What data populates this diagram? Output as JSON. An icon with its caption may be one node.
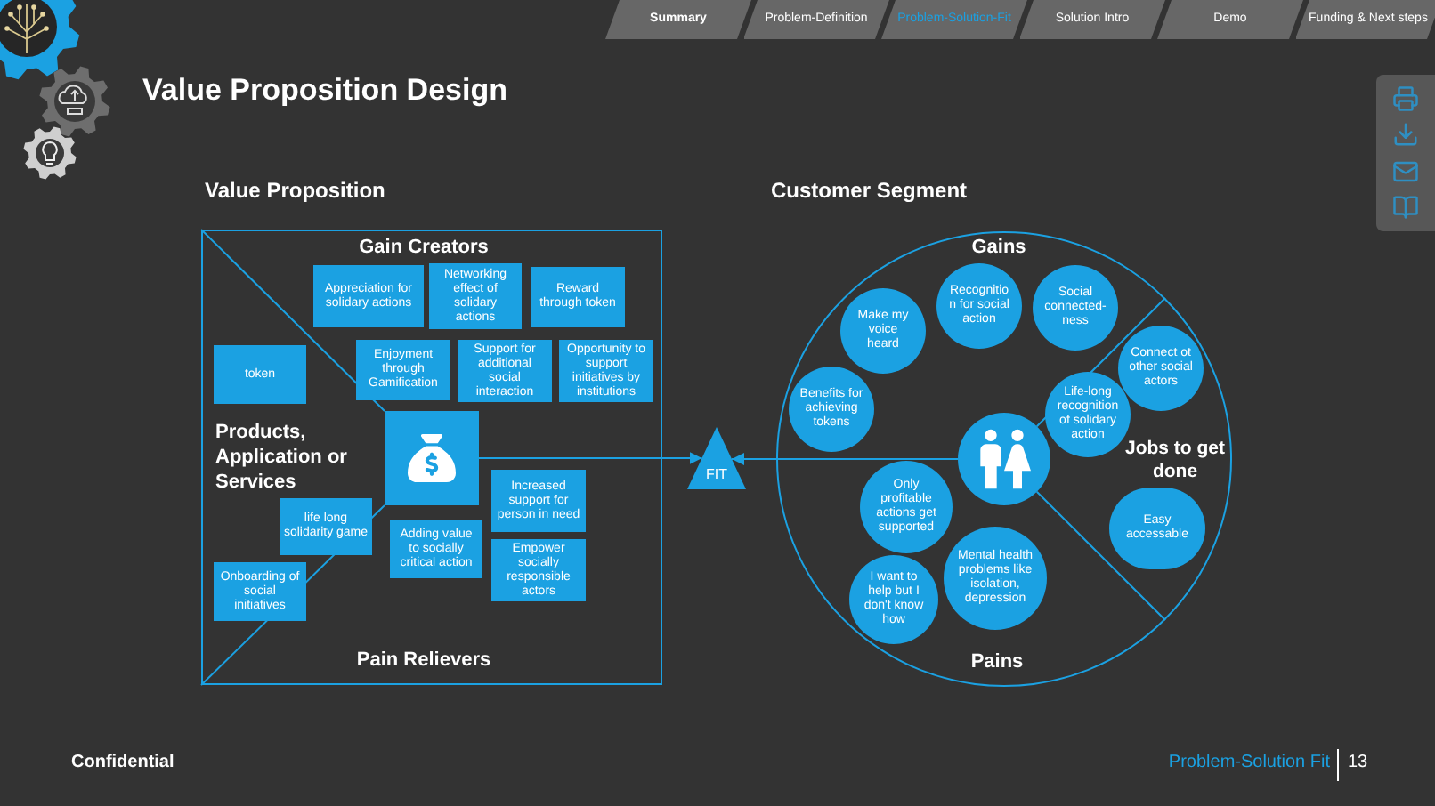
{
  "diagram": {
    "title": "Value Proposition Design",
    "nodes": [
      {
        "text": [
          "Value Proposition",
          "Gain Creators",
          "Products, Application or Services",
          "Pain Relievers"
        ]
      },
      {
        "text": [
          "Appreciation for solidary actions"
        ],
        "in": 0
      },
      {
        "text": [
          "Networking effect of solidary actions"
        ],
        "in": 0
      },
      {
        "text": [
          "Reward through token"
        ],
        "in": 0
      },
      {
        "text": [
          "token"
        ],
        "in": 0
      },
      {
        "text": [
          "Enjoyment through Gamification"
        ],
        "in": 0
      },
      {
        "text": [
          "Support for additional social interaction"
        ],
        "in": 0
      },
      {
        "text": [
          "Opportunity to support initiatives by institutions"
        ],
        "in": 0
      },
      {
        "text": [],
        "shape": "box",
        "in": 0
      },
      {
        "text": [
          "life long solidarity game"
        ],
        "in": 0
      },
      {
        "text": [
          "Increased support for person in need"
        ],
        "in": 0
      },
      {
        "text": [
          "Adding value to socially critical action"
        ],
        "in": 0
      },
      {
        "text": [
          "Empower socially responsible actors"
        ],
        "in": 0
      },
      {
        "text": [
          "Onboarding of social initiatives"
        ],
        "in": 0
      },
      {
        "text": [
          "FIT"
        ]
      },
      {
        "text": [
          "Customer Segment",
          "Gains",
          "Jobs to get done",
          "Pains"
        ]
      },
      {
        "text": [
          "Make my voice heard"
        ],
        "in": 15
      },
      {
        "text": [
          "Recognition for social action"
        ],
        "in": 15
      },
      {
        "text": [
          "Social connected-ness"
        ],
        "in": 15
      },
      {
        "text": [
          "Benefits for achieving tokens"
        ],
        "in": 15
      },
      {
        "text": [
          "Connect ot other social actors"
        ],
        "in": 15
      },
      {
        "text": [],
        "shape": "circle",
        "in": 15
      },
      {
        "text": [
          "Life-long recognition of solidary action"
        ],
        "in": 15
      },
      {
        "text": [
          "Easy accessable"
        ],
        "in": 15
      },
      {
        "text": [
          "Only profitable actions get supported"
        ],
        "in": 15
      },
      {
        "text": [
          "Mental health problems like isolation, depression"
        ],
        "in": 15
      },
      {
        "text": [
          "I want to help but I don't know how"
        ],
        "in": 15
      }
    ],
    "edges": [
      {
        "from": 8,
        "to": 14,
        "arrow": "to"
      },
      {
        "from": 21,
        "to": 14,
        "arrow": "to"
      }
    ],
    "labels": [
      "Summary",
      "Problem-Definition",
      "Problem-Solution-Fit",
      "Solution Intro",
      "Demo",
      "Funding & Next steps",
      "Confidential",
      "Problem-Solution Fit",
      "13"
    ]
  }
}
